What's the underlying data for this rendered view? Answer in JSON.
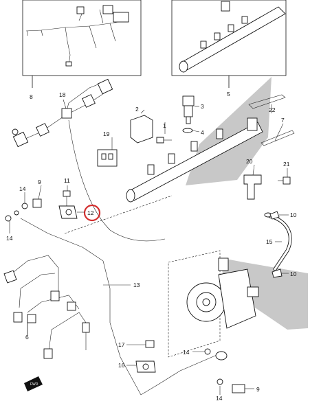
{
  "callouts": {
    "c1": "1",
    "c2": "2",
    "c3": "3",
    "c4": "4",
    "c5": "5",
    "c6": "6",
    "c7": "7",
    "c8": "8",
    "c9a": "9",
    "c9b": "9",
    "c10a": "10",
    "c10b": "10",
    "c11": "11",
    "c12": "12",
    "c13": "13",
    "c14a": "14",
    "c14b": "14",
    "c14c": "14",
    "c14d": "14",
    "c15": "15",
    "c16": "16",
    "c17": "17",
    "c18": "18",
    "c19": "19",
    "c20": "20",
    "c21": "21",
    "c22": "22"
  },
  "highlight": {
    "color": "#d32f2f",
    "target": "12"
  },
  "front_marker": {
    "text": "FWD"
  },
  "colors": {
    "shade": "#c8c8c8",
    "line": "#111111"
  }
}
